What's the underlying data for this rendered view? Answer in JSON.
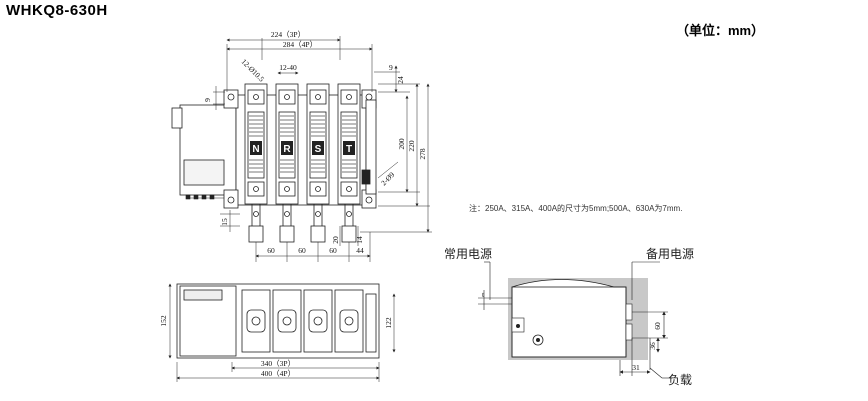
{
  "title": "WHKQ8-630H",
  "unit_label": "（单位：mm）",
  "note": "注：250A、315A、400A的尺寸为5mm;500A、630A为7mm.",
  "front_view": {
    "dim_3p": "224（3P）",
    "dim_4p": "284（4P）",
    "hole_dim": "12-Ø10.5",
    "d_12_40": "12-40",
    "d_9_top": "9",
    "d_9_right": "9",
    "d_24": "24",
    "d_200": "200",
    "d_220": "220",
    "d_278": "278",
    "d_2phi": "2-Ø9",
    "d_15": "15",
    "d_20": "20",
    "d_14": "14",
    "pitch_1": "60",
    "pitch_2": "60",
    "pitch_3": "60",
    "pitch_4": "44",
    "poles": [
      "N",
      "R",
      "S",
      "T"
    ]
  },
  "bottom_view": {
    "d_152": "152",
    "d_122": "122",
    "len_3p": "340（3P）",
    "len_4p": "400（4P）"
  },
  "side_view": {
    "main_supply": "常用电源",
    "backup_supply": "备用电源",
    "load": "负载",
    "d_t": "t",
    "d_60": "60",
    "d_36": "36",
    "d_31": "31"
  }
}
